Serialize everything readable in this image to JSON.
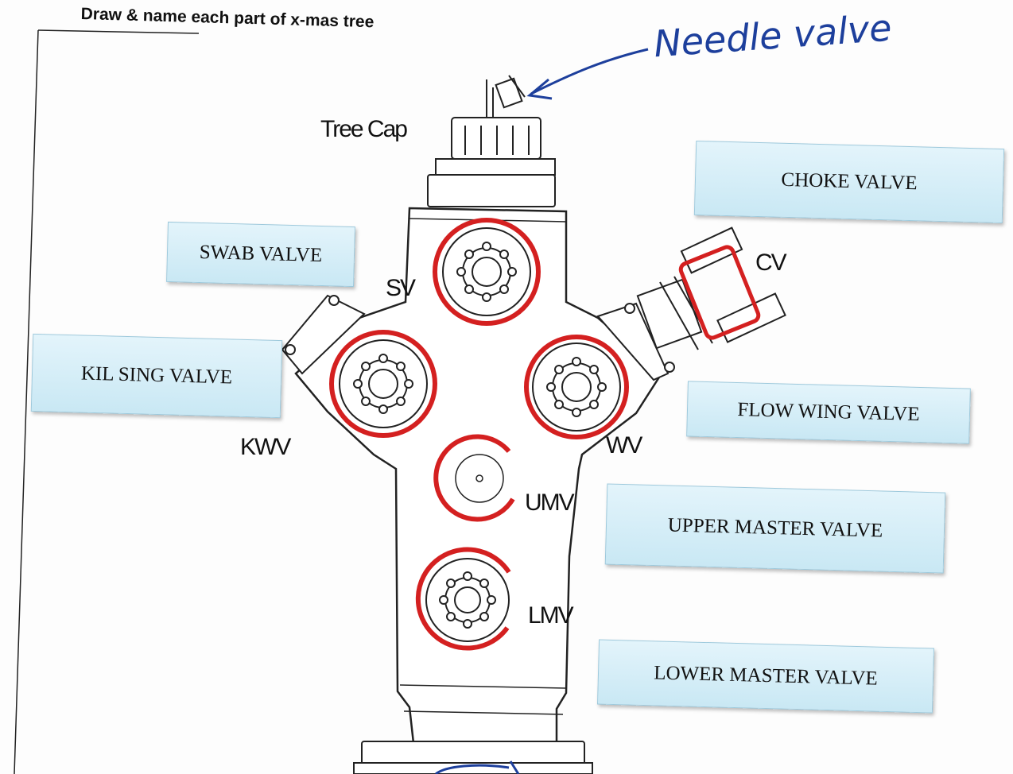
{
  "title": "Draw & name each part of x-mas tree",
  "handwritten": {
    "needle_valve": "Needle valve"
  },
  "labels": {
    "tree_cap": "Tree Cap",
    "sv": "SV",
    "cv": "CV",
    "kwv": "KWV",
    "wv": "WV",
    "umv": "UMV",
    "lmv": "LMV"
  },
  "answer_boxes": {
    "choke_valve": "CHOKE VALVE",
    "swab_valve": "SWAB VALVE",
    "kil_sing_valve": "KIL SING VALVE",
    "flow_wing_valve": "FLOW WING VALVE",
    "upper_master_valve": "UPPER MASTER VALVE",
    "lower_master_valve": "LOWER MASTER VALVE"
  },
  "colors": {
    "highlight": "#d42020",
    "ink": "#1d3f9c",
    "box_fill": "#d6eef8",
    "line": "#222222"
  }
}
